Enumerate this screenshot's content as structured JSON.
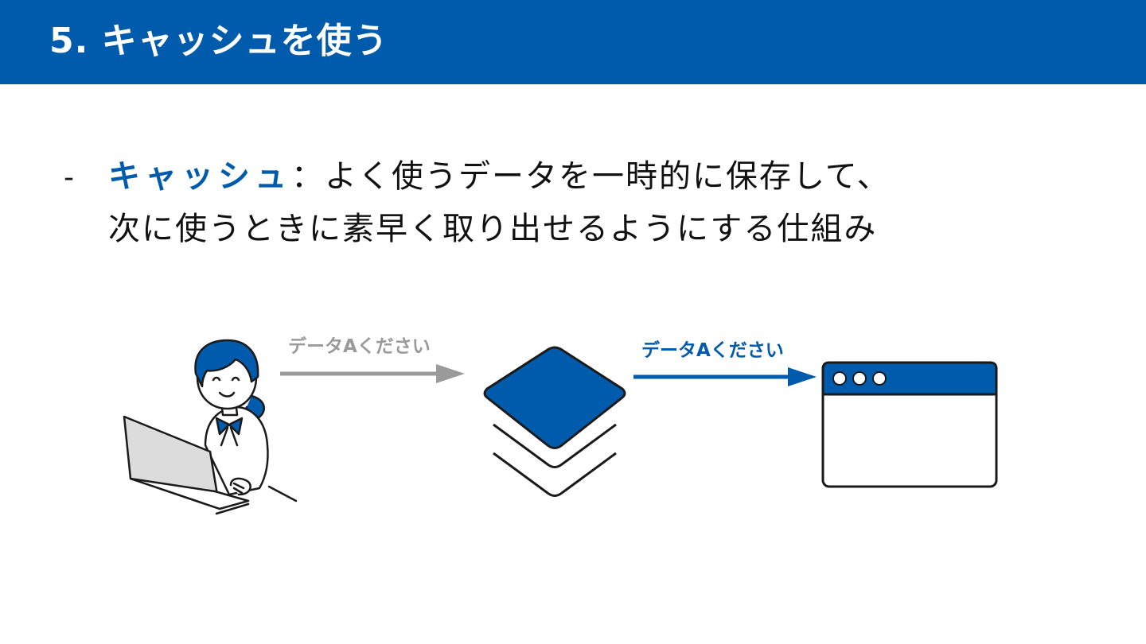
{
  "header": {
    "title": "5. キャッシュを使う",
    "bg_color": "#005bac"
  },
  "bullet": {
    "dash": "-",
    "term": "キャッシュ",
    "term_color": "#005bac",
    "line1_rest": "：よく使うデータを一時的に保存して、",
    "line2": "次に使うときに素早く取り出せるようにする仕組み"
  },
  "diagram": {
    "request_label_gray": "データAください",
    "request_label_blue": "データAください",
    "gray_color": "#9a9a9a",
    "blue_color": "#005bac",
    "icons": [
      "person-with-laptop-icon",
      "layered-cache-stack-icon",
      "browser-window-icon"
    ]
  }
}
